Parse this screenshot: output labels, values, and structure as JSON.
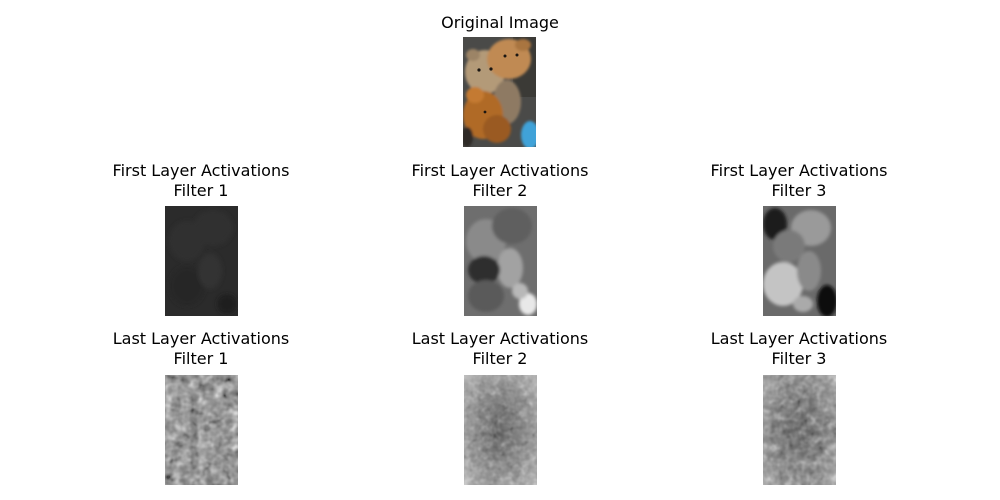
{
  "figure": {
    "original": {
      "title": "Original Image"
    },
    "first_layer": [
      {
        "line1": "First Layer Activations",
        "line2": "Filter 1"
      },
      {
        "line1": "First Layer Activations",
        "line2": "Filter 2"
      },
      {
        "line1": "First Layer Activations",
        "line2": "Filter 3"
      }
    ],
    "last_layer": [
      {
        "line1": "Last Layer Activations",
        "line2": "Filter 1"
      },
      {
        "line1": "Last Layer Activations",
        "line2": "Filter 2"
      },
      {
        "line1": "Last Layer Activations",
        "line2": "Filter 3"
      }
    ]
  }
}
